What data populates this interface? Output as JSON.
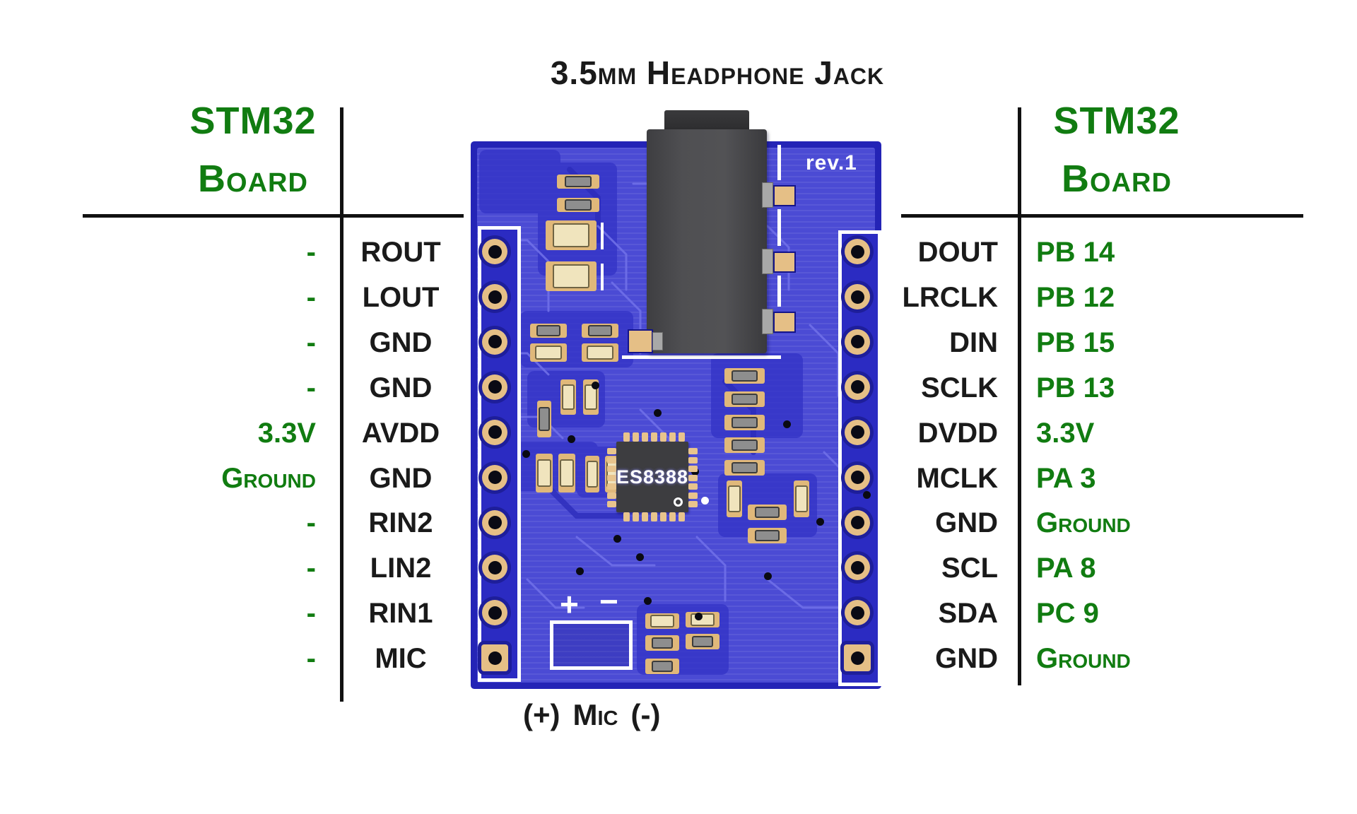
{
  "title": "3.5mm Headphone Jack",
  "left_table": {
    "header_line1": "STM32",
    "header_line2": "Board",
    "rows": [
      {
        "stm32": "-",
        "pin": "ROUT"
      },
      {
        "stm32": "-",
        "pin": "LOUT"
      },
      {
        "stm32": "-",
        "pin": "GND"
      },
      {
        "stm32": "-",
        "pin": "GND"
      },
      {
        "stm32": "3.3V",
        "pin": "AVDD"
      },
      {
        "stm32": "Ground",
        "pin": "GND"
      },
      {
        "stm32": "-",
        "pin": "RIN2"
      },
      {
        "stm32": "-",
        "pin": "LIN2"
      },
      {
        "stm32": "-",
        "pin": "RIN1"
      },
      {
        "stm32": "-",
        "pin": "MIC"
      }
    ]
  },
  "right_table": {
    "header_line1": "STM32",
    "header_line2": "Board",
    "rows": [
      {
        "pin": "DOUT",
        "stm32": "PB 14"
      },
      {
        "pin": "LRCLK",
        "stm32": "PB 12"
      },
      {
        "pin": "DIN",
        "stm32": "PB 15"
      },
      {
        "pin": "SCLK",
        "stm32": "PB 13"
      },
      {
        "pin": "DVDD",
        "stm32": "3.3V"
      },
      {
        "pin": "MCLK",
        "stm32": "PA 3"
      },
      {
        "pin": "GND",
        "stm32": "Ground"
      },
      {
        "pin": "SCL",
        "stm32": "PA 8"
      },
      {
        "pin": "SDA",
        "stm32": "PC 9"
      },
      {
        "pin": "GND",
        "stm32": "Ground"
      }
    ]
  },
  "board": {
    "rev_label": "rev.1",
    "chip_label": "ES8388",
    "mic_plus": "+",
    "mic_minus": "−",
    "mic_caption": {
      "plus": "(+)",
      "label": "Mic",
      "minus": "(-)"
    }
  },
  "colors": {
    "accent_green": "#117c11",
    "text_black": "#1a1a1a",
    "pcb_blue": "#4b4bd4",
    "pcb_border_blue": "#2424b6",
    "pad_gold": "#e5bf86",
    "silkscreen_white": "#ffffff",
    "jack_gray": "#47474a"
  }
}
